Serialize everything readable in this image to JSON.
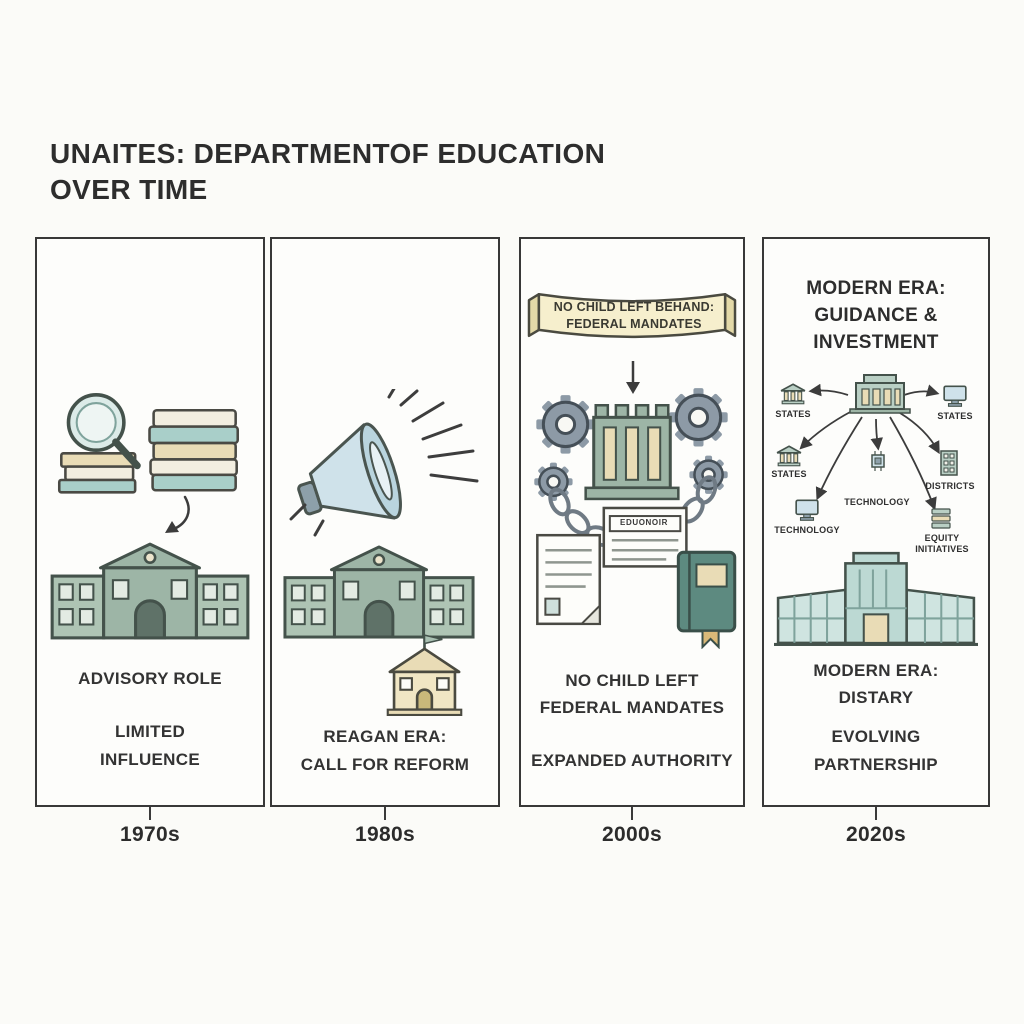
{
  "title": {
    "line1": "UNAITES: DEPARTMENTOF EDUCATION",
    "line2": "OVER TIME"
  },
  "panels": [
    {
      "era": "1970s",
      "caption1": "ADVISORY ROLE",
      "caption2_line1": "LIMITED",
      "caption2_line2": "INFLUENCE"
    },
    {
      "era": "1980s",
      "caption_line1": "REAGAN ERA:",
      "caption_line2": "CALL FOR REFORM"
    },
    {
      "era": "2000s",
      "banner_line1": "NO CHILD LEFT BEHAND:",
      "banner_line2": "FEDERAL MANDATES",
      "document_label": "EDUONOIR",
      "caption1_line1": "NO CHILD LEFT",
      "caption1_line2": "FEDERAL MANDATES",
      "caption2": "EXPANDED AUTHORITY"
    },
    {
      "era": "2020s",
      "heading_line1": "MODERN ERA:",
      "heading_line2": "GUIDANCE &",
      "heading_line3": "INVESTMENT",
      "nodes": [
        {
          "label": "STATES"
        },
        {
          "label": "STATES"
        },
        {
          "label": "STATES"
        },
        {
          "label": "DISTRICTS"
        },
        {
          "label": "TECHNOLOGY"
        },
        {
          "label": "TECHNOLOGY"
        },
        {
          "label": "EQUITY INITIATIVES"
        }
      ],
      "caption1_line1": "MODERN ERA:",
      "caption1_line2": "DISTARY",
      "caption2_line1": "EVOLVING",
      "caption2_line2": "PARTNERSHIP"
    }
  ],
  "timeline": {
    "decades": [
      "1970s",
      "1980s",
      "2000s",
      "2020s"
    ]
  },
  "colors": {
    "sage": "#9db5a6",
    "teal": "#a9cfc9",
    "tan": "#e9dcb6",
    "blue": "#cfe2ea",
    "ink": "#3c3c3c"
  }
}
